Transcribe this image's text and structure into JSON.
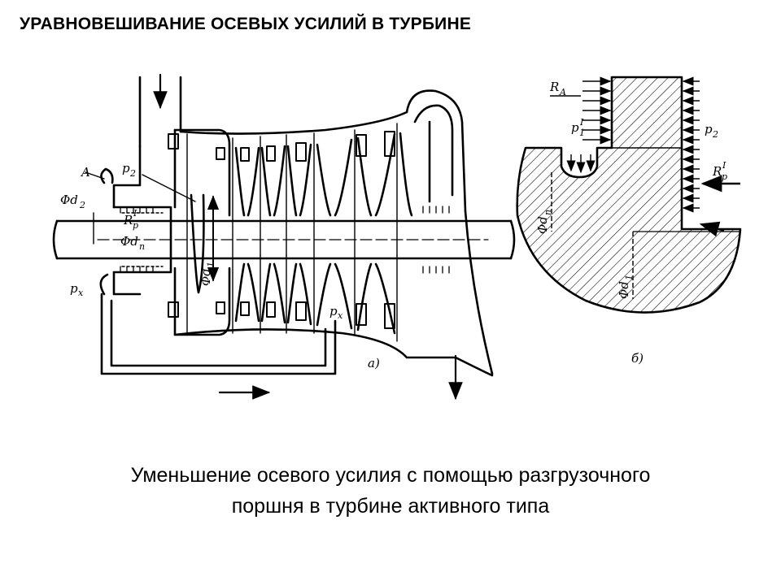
{
  "header": {
    "title": "УРАВНОВЕШИВАНИЕ ОСЕВЫХ УСИЛИЙ В ТУРБИНЕ"
  },
  "caption": {
    "line1": "Уменьшение осевого усилия с помощью разгрузочного",
    "line2": "поршня в турбине активного типа"
  },
  "figure_a": {
    "part_label": "а)",
    "labels": {
      "A": "A",
      "p2": "p",
      "p2_sub": "2",
      "d2": "Φd",
      "d2_sub": "2",
      "Rp": "R",
      "Rp_sub": "p",
      "Rp_sup": "I",
      "dn": "Φd",
      "dn_sub": "п",
      "d1": "Φd",
      "d1_sub": "1",
      "px_left": "p",
      "px_left_sub": "x",
      "px_right": "p",
      "px_right_sub": "x"
    }
  },
  "figure_b": {
    "part_label": "б)",
    "labels": {
      "RA": "R",
      "RA_sub": "A",
      "p1": "p",
      "p1_sub": "1",
      "p1_sup": "I",
      "p2": "p",
      "p2_sub": "2",
      "Rp": "R",
      "Rp_sub": "p",
      "Rp_sup": "I",
      "dn": "Φd",
      "dn_sub": "п",
      "d1": "Φd",
      "d1_sub": "1"
    }
  }
}
